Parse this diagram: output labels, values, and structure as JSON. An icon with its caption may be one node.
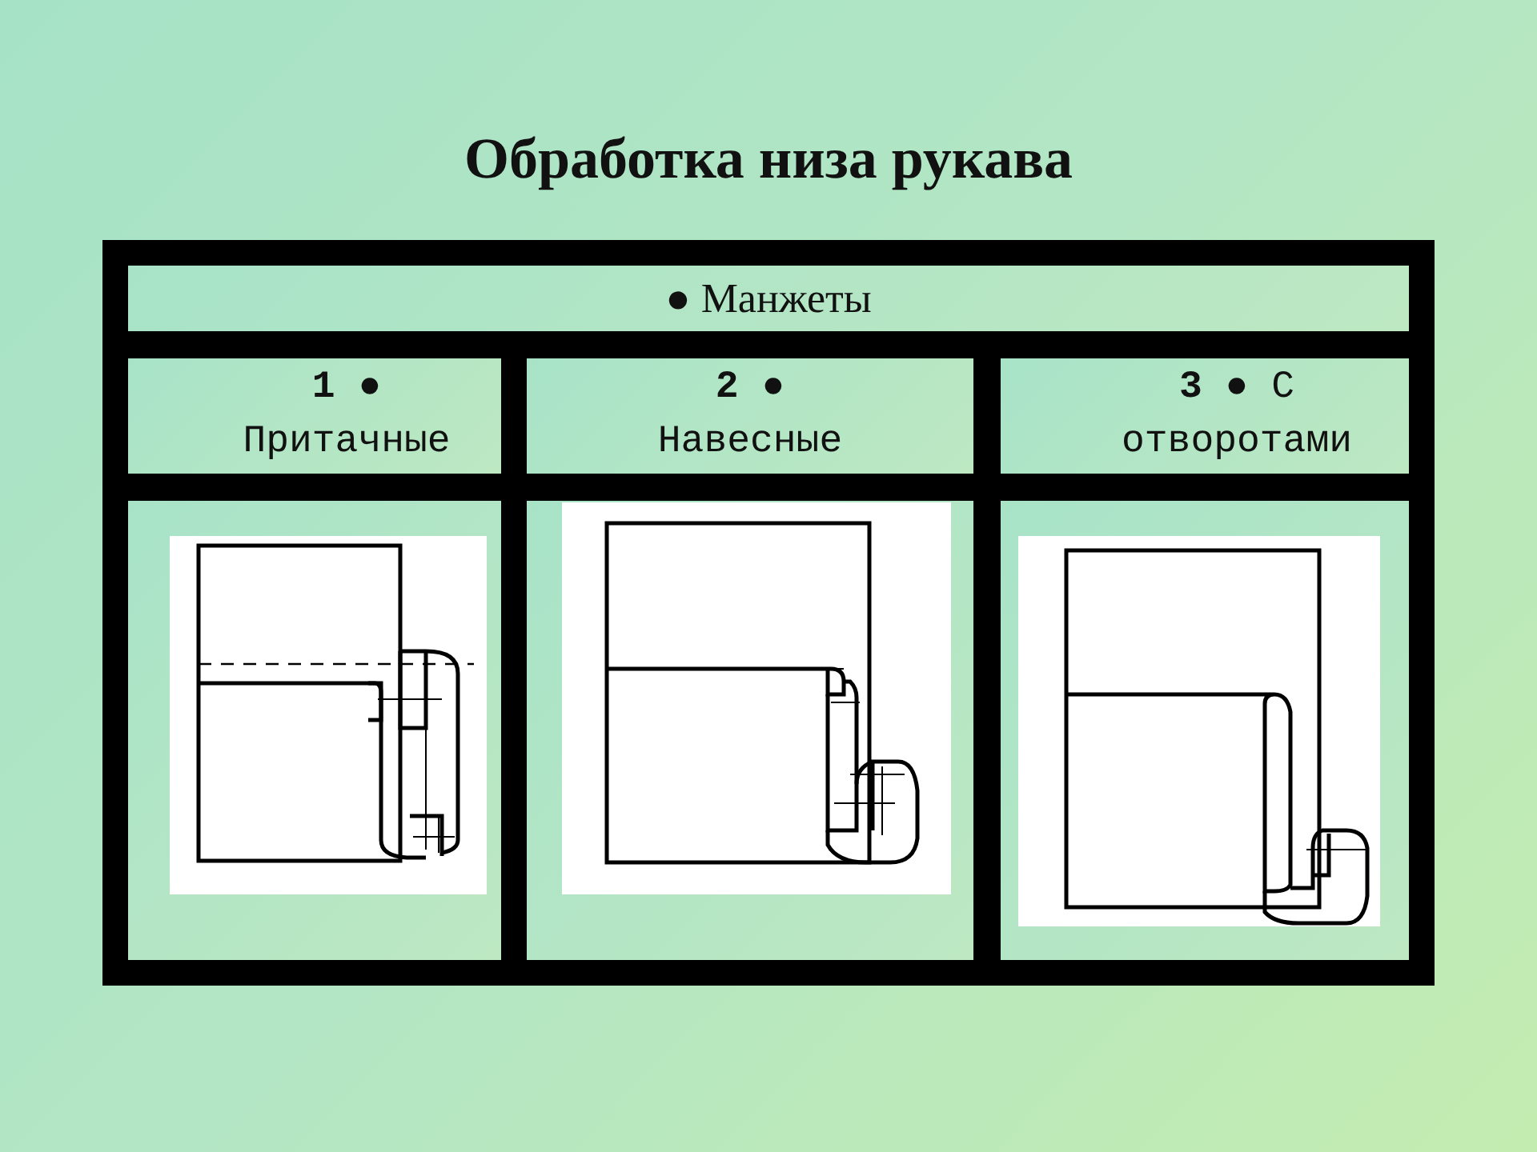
{
  "diagram": {
    "title": "Обработка низа рукава",
    "labels": [
      "● Манжеты",
      "**1** ● Притачные",
      "**2** ● Навесные",
      "**3** ● С отворотами"
    ]
  }
}
